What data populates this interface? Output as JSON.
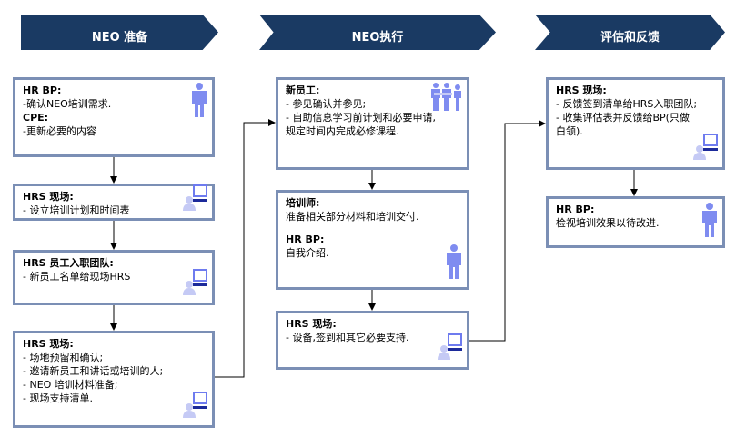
{
  "phases": [
    "NEO 准备",
    "NEO执行",
    "评估和反馈"
  ],
  "colors": {
    "phase_bg": "#1A3A63",
    "box_border": "#7B8FB5",
    "icon": "#7F8CF0"
  },
  "boxes": [
    {
      "sections": [
        {
          "title": "HR BP:",
          "lines": [
            "-确认NEO培训需求."
          ]
        },
        {
          "title": "CPE:",
          "lines": [
            "-更新必要的内容"
          ]
        }
      ],
      "icon": "person-icon"
    },
    {
      "sections": [
        {
          "title": "HRS 现场:",
          "lines": [
            "- 设立培训计划和时间表"
          ]
        }
      ],
      "icon": "computer-user-icon"
    },
    {
      "sections": [
        {
          "title": "HRS 员工入职团队:",
          "lines": [
            "- 新员工名单给现场HRS"
          ]
        }
      ],
      "icon": "computer-user-icon"
    },
    {
      "sections": [
        {
          "title": "HRS 现场:",
          "lines": [
            "- 场地预留和确认;",
            "- 邀请新员工和讲话或培训的人;",
            "- NEO 培训材料准备;",
            "- 现场支持清单."
          ]
        }
      ],
      "icon": "computer-user-icon"
    },
    {
      "sections": [
        {
          "title": "新员工:",
          "lines": [
            "- 参见确认并参见;",
            "- 自助信息学习前计划和必要申请,",
            "规定时间内完成必修课程."
          ]
        }
      ],
      "icon": "group-icon"
    },
    {
      "sections": [
        {
          "title": "培训师:",
          "lines": [
            "准备相关部分材料和培训交付."
          ]
        },
        {
          "title": "HR BP:",
          "lines": [
            "自我介绍."
          ]
        }
      ],
      "icon": "person-icon"
    },
    {
      "sections": [
        {
          "title": "HRS 现场:",
          "lines": [
            "- 设备,签到和其它必要支持."
          ]
        }
      ],
      "icon": "computer-user-icon"
    },
    {
      "sections": [
        {
          "title": "HRS 现场:",
          "lines": [
            "- 反馈签到清单给HRS入职团队;",
            "- 收集评估表并反馈给BP(只做",
            "白领)."
          ]
        }
      ],
      "icon": "computer-user-icon"
    },
    {
      "sections": [
        {
          "title": "HR BP:",
          "lines": [
            "检视培训效果以待改进."
          ]
        }
      ],
      "icon": "person-icon"
    }
  ]
}
